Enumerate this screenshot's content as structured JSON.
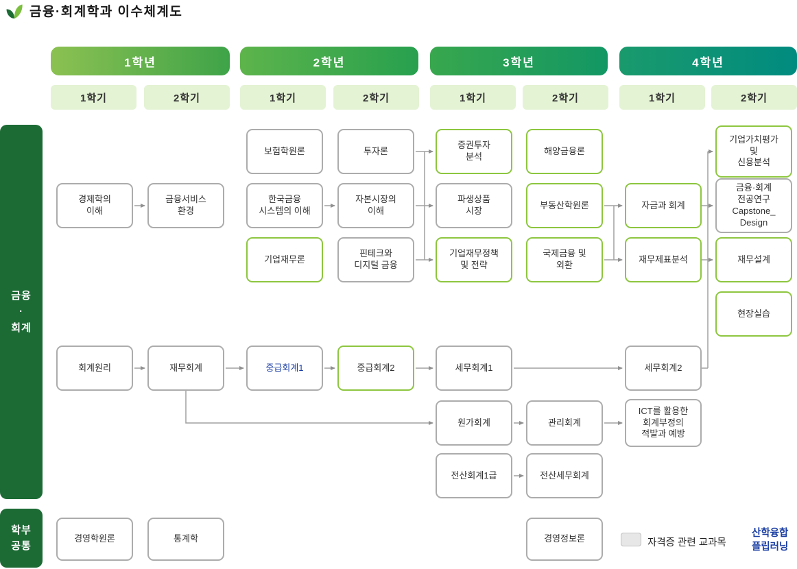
{
  "page": {
    "title": "금융·회계학과 이수체계도"
  },
  "header": {
    "years": [
      {
        "label": "1학년"
      },
      {
        "label": "2학년"
      },
      {
        "label": "3학년"
      },
      {
        "label": "4학년"
      }
    ],
    "semester_labels": [
      "1학기",
      "2학기"
    ]
  },
  "sidebar": {
    "finance_accounting": "금융\n·\n회계",
    "common": "학부\n공통"
  },
  "courses": [
    {
      "label": "경제학의\n이해"
    },
    {
      "label": "금융서비스\n환경"
    },
    {
      "label": "보험학원론"
    },
    {
      "label": "한국금융\n시스템의 이해"
    },
    {
      "label": "기업재무론"
    },
    {
      "label": "투자론"
    },
    {
      "label": "자본시장의\n이해"
    },
    {
      "label": "핀테크와\n디지털 금융"
    },
    {
      "label": "증권투자\n분석"
    },
    {
      "label": "파생상품\n시장"
    },
    {
      "label": "기업재무정책\n및 전략"
    },
    {
      "label": "해양금융론"
    },
    {
      "label": "부동산학원론"
    },
    {
      "label": "국제금융 및\n외환"
    },
    {
      "label": "자금과 회계"
    },
    {
      "label": "재무제표분석"
    },
    {
      "label": "기업가치평가\n및\n신용분석"
    },
    {
      "label": "금융·회계\n전공연구\nCapstone_\nDesign"
    },
    {
      "label": "재무설계"
    },
    {
      "label": "현장실습"
    },
    {
      "label": "회계원리"
    },
    {
      "label": "재무회계"
    },
    {
      "label": "중급회계1"
    },
    {
      "label": "중급회계2"
    },
    {
      "label": "세무회계1"
    },
    {
      "label": "세무회계2"
    },
    {
      "label": "원가회계"
    },
    {
      "label": "관리회계"
    },
    {
      "label": "ICT를 활용한\n회계부정의\n적발과 예방"
    },
    {
      "label": "전산회계1급"
    },
    {
      "label": "전산세무회계"
    },
    {
      "label": "경영학원론"
    },
    {
      "label": "통계학"
    },
    {
      "label": "경영정보론"
    }
  ],
  "legend": {
    "certificate": "자격증 관련 교과목",
    "flipped": "산학융합\n플립러닝"
  },
  "colors": {
    "green_border": "#8DC63F",
    "gray_border": "#ACACAC",
    "blue_text": "#1B3FA4",
    "sidebar_green": "#1C6B35"
  }
}
